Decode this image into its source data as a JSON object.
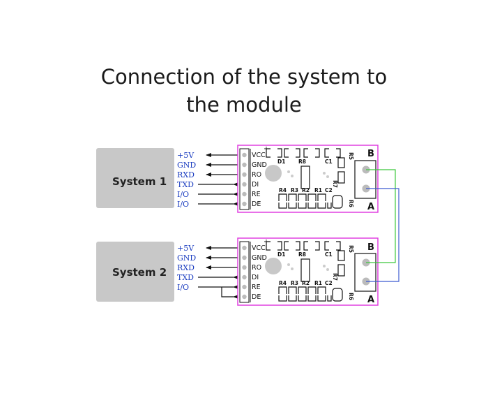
{
  "title": {
    "line1": "Connection of the system to",
    "line2": "the module"
  },
  "systems": [
    {
      "label": "System 1",
      "signals": [
        "+5V",
        "GND",
        "RXD",
        "TXD",
        "I/O",
        "I/O"
      ]
    },
    {
      "label": "System 2",
      "signals": [
        "+5V",
        "GND",
        "RXD",
        "TXD",
        "I/O"
      ]
    }
  ],
  "module": {
    "pins": [
      "VCC",
      "GND",
      "RO",
      "DI",
      "RE",
      "DE"
    ],
    "components": [
      "D1",
      "R8",
      "C1",
      "R5",
      "R7",
      "R4",
      "R3",
      "R2",
      "R1",
      "C2",
      "R6"
    ],
    "terminal_top": "B",
    "terminal_bottom": "A"
  },
  "colors": {
    "system_box": "#c8c8c8",
    "module_border": "#e040e0",
    "signal_text": "#1a3cc0",
    "wire_green": "#3cc83c",
    "wire_blue": "#3c5ad0"
  }
}
